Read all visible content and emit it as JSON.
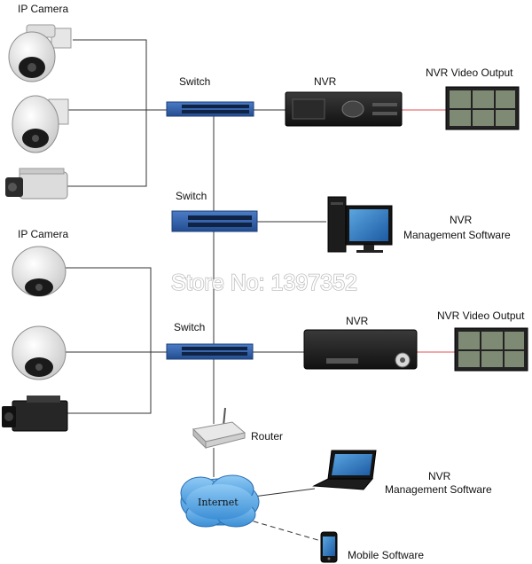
{
  "labels": {
    "ip_camera_top": "IP Camera",
    "ip_camera_mid": "IP Camera",
    "switch_1": "Switch",
    "switch_2": "Switch",
    "switch_3": "Switch",
    "nvr_1": "NVR",
    "nvr_2": "NVR",
    "nvr_video_output_1": "NVR Video Output",
    "nvr_video_output_2": "NVR Video Output",
    "nvr_mgmt_1_line1": "NVR",
    "nvr_mgmt_1_line2": "Management Software",
    "nvr_mgmt_2_line1": "NVR",
    "nvr_mgmt_2_line2": "Management Software",
    "router": "Router",
    "internet": "Internet",
    "mobile_software": "Mobile Software"
  },
  "watermark": "Store No: 1397352",
  "colors": {
    "switch_blue": "#2f5fa8",
    "nvr_black": "#1c1c1c",
    "link_gray": "#333333",
    "video_link_red": "#e05050",
    "cloud_blue": "#5fa9e6"
  }
}
